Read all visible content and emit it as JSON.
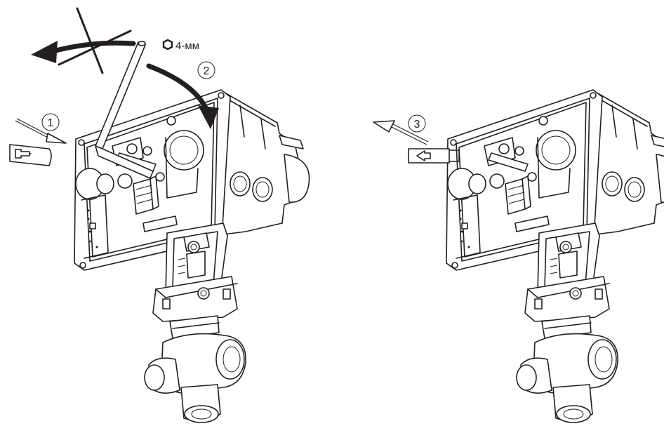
{
  "tool": {
    "label": "4-мм",
    "icon": "hex-key-icon"
  },
  "steps": [
    {
      "number": "1"
    },
    {
      "number": "2"
    },
    {
      "number": "3"
    }
  ],
  "colors": {
    "line": "#231f20",
    "background": "#ffffff",
    "shade": "#dcdcdc"
  }
}
